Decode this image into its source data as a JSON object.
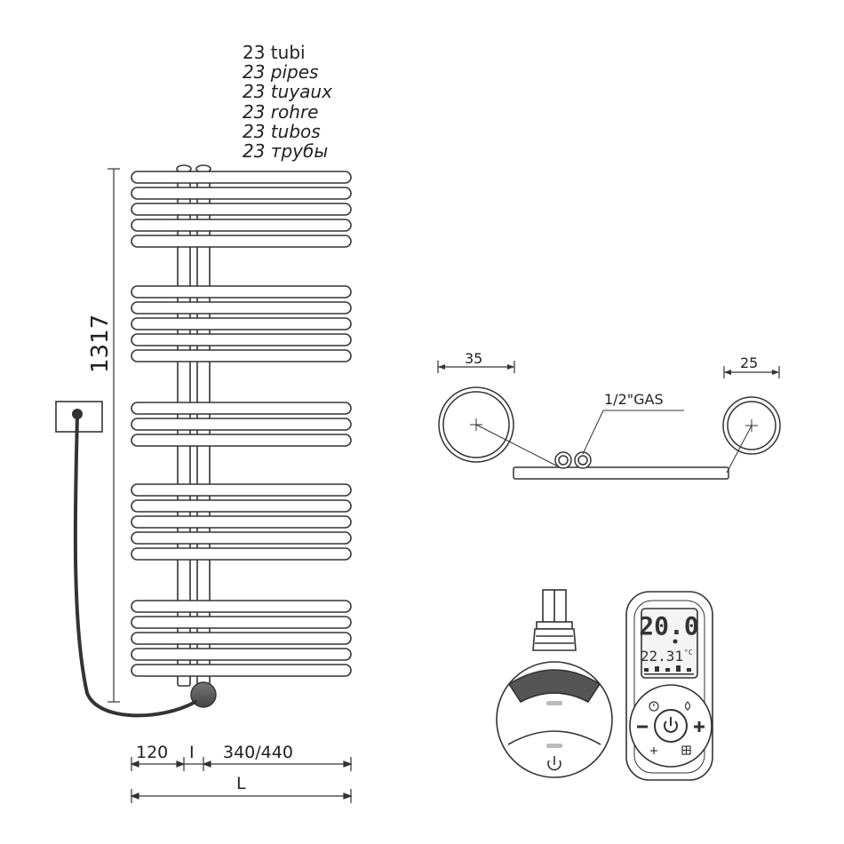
{
  "pipe_count_labels": [
    {
      "text": "23 tubi",
      "italic": false
    },
    {
      "text": "23 pipes",
      "italic": true
    },
    {
      "text": "23 tuyaux",
      "italic": true
    },
    {
      "text": "23 rohre",
      "italic": true
    },
    {
      "text": "23 tubos",
      "italic": true
    },
    {
      "text": "23 трубы",
      "italic": true
    }
  ],
  "dimensions": {
    "height": "1317",
    "left_offset": "120",
    "interaxis": "I",
    "width_options": "340/440",
    "total_length": "L",
    "main_pipe_diameter": "35",
    "bar_pipe_diameter": "25",
    "connection": "1/2\"GAS"
  },
  "thermostat": {
    "set_temperature": "20.0",
    "current_reading": "22.31",
    "reading_suffix": "°C"
  },
  "icons": [
    "power-icon",
    "plus-icon",
    "minus-icon",
    "clock-icon",
    "flame-icon",
    "snowflake-icon"
  ]
}
